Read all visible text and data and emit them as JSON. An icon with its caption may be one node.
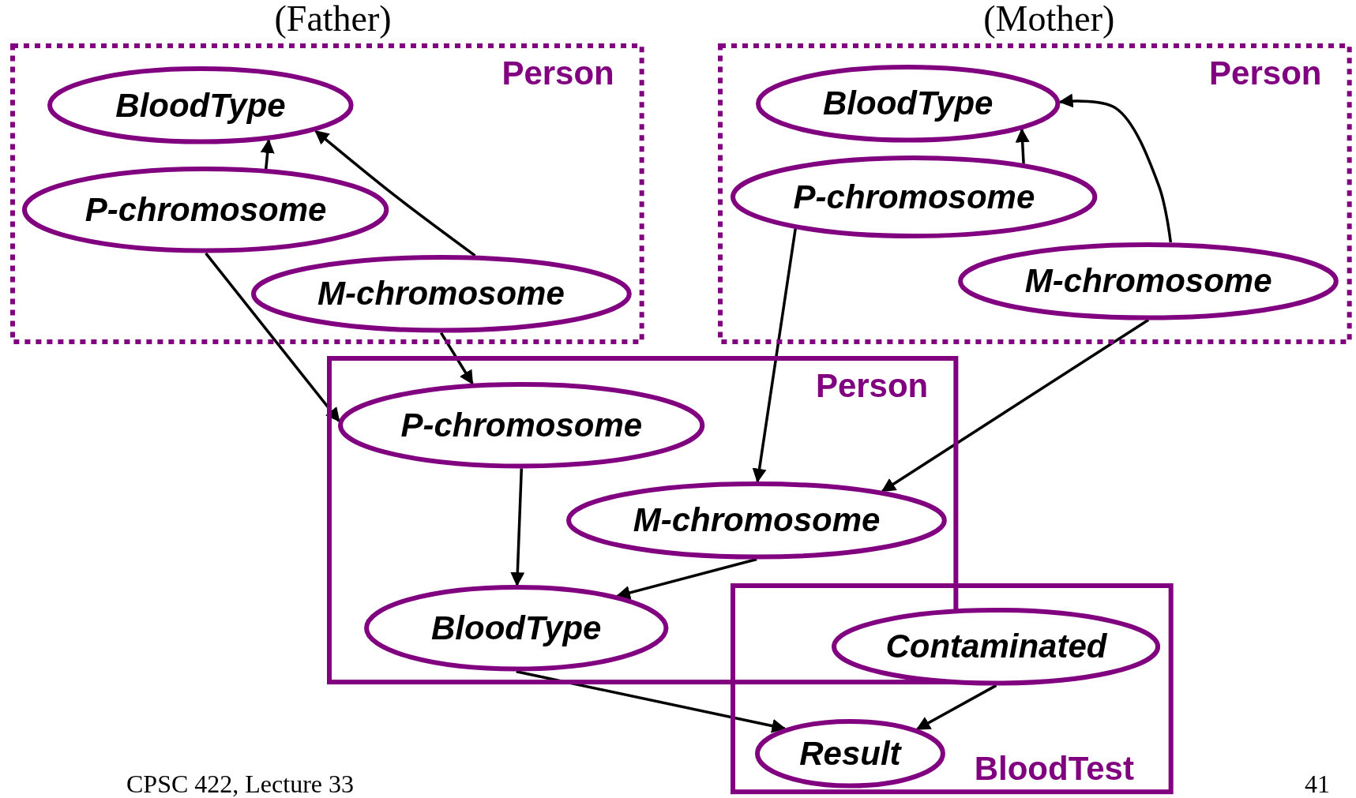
{
  "diagram": {
    "nodes": [
      {
        "text": [
          "(Father)",
          "Person"
        ]
      },
      {
        "text": [
          "BloodType"
        ],
        "in": 0
      },
      {
        "text": [
          "P-chromosome"
        ],
        "in": 0
      },
      {
        "text": [
          "M-chromosome"
        ],
        "in": 0
      },
      {
        "text": [
          "(Mother)",
          "Person"
        ]
      },
      {
        "text": [
          "BloodType"
        ],
        "in": 4
      },
      {
        "text": [
          "P-chromosome"
        ],
        "in": 4
      },
      {
        "text": [
          "M-chromosome"
        ],
        "in": 4
      },
      {
        "text": [
          "Person"
        ]
      },
      {
        "text": [
          "P-chromosome"
        ],
        "in": 8
      },
      {
        "text": [
          "M-chromosome"
        ],
        "in": 8
      },
      {
        "text": [
          "BloodType"
        ],
        "in": 8
      },
      {
        "text": [
          "BloodTest"
        ]
      },
      {
        "text": [
          "Contaminated"
        ],
        "in": 12
      },
      {
        "text": [
          "Result"
        ],
        "in": 12
      }
    ],
    "edges": [
      {
        "from": 2,
        "to": 1,
        "arrow": "to"
      },
      {
        "from": 3,
        "to": 1,
        "arrow": "to"
      },
      {
        "from": 6,
        "to": 5,
        "arrow": "to"
      },
      {
        "from": 7,
        "to": 5,
        "arrow": "to"
      },
      {
        "from": 2,
        "to": 9,
        "arrow": "to"
      },
      {
        "from": 3,
        "to": 9,
        "arrow": "to"
      },
      {
        "from": 6,
        "to": 10,
        "arrow": "to"
      },
      {
        "from": 7,
        "to": 10,
        "arrow": "to"
      },
      {
        "from": 9,
        "to": 11,
        "arrow": "to"
      },
      {
        "from": 10,
        "to": 11,
        "arrow": "to"
      },
      {
        "from": 11,
        "to": 14,
        "arrow": "to"
      },
      {
        "from": 13,
        "to": 14,
        "arrow": "to"
      }
    ],
    "labels": [
      "CPSC 422, Lecture 33",
      "41"
    ]
  }
}
